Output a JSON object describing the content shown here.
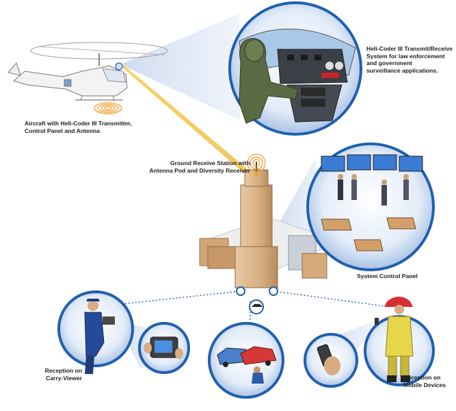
{
  "labels": {
    "heli_system": "Heli-Coder III Transmit/Receive\nSystem for  law enforcement\nand government\nsurveillance applications.",
    "aircraft": "Aircraft with Heli-Coder III Transmitter,\nControl Panel and Antenna",
    "ground_station": "Ground Receive Station with\nAntenna Pod and Diversity Receiver",
    "system_control_panel": "System Control Panel",
    "carry_viewer": "Reception on\nCarry-Viewer",
    "mobile_devices": "Reception on\nMobile Devices"
  },
  "colors": {
    "circle_blue": "#1f5fb0",
    "signal_beam": "#f2c94c",
    "building": "#d7b48a",
    "helicopter": "#f2f2f2",
    "firefighter": "#e7d64a"
  }
}
